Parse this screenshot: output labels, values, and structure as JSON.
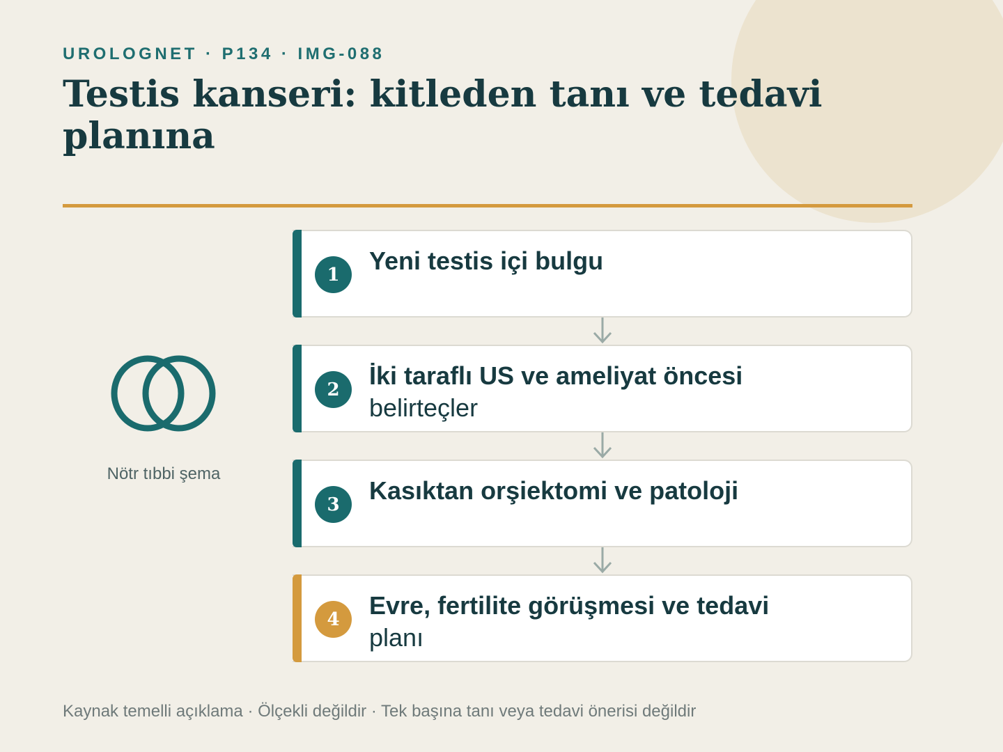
{
  "header": {
    "kicker": "UROLOGNET · P134 · IMG-088",
    "title": "Testis kanseri: kitleden tanı ve tedavi planına"
  },
  "illustration": {
    "icon": "interlocking-rings-icon",
    "caption": "Nötr tıbbi şema"
  },
  "steps": [
    {
      "number": "1",
      "bold": "Yeni testis içi bulgu",
      "rest": ""
    },
    {
      "number": "2",
      "bold": "İki taraflı US ve ameliyat öncesi",
      "rest": "belirteçler"
    },
    {
      "number": "3",
      "bold": "Kasıktan orşiektomi ve patoloji",
      "rest": ""
    },
    {
      "number": "4",
      "bold": "Evre, fertilite görüşmesi ve tedavi",
      "rest": "planı"
    }
  ],
  "footer": "Kaynak temelli açıklama · Ölçekli değildir · Tek başına tanı veya tedavi önerisi değildir",
  "colors": {
    "background": "#f2efe7",
    "primary": "#1a6b6d",
    "accent": "#d49a3e",
    "title": "#173a40"
  }
}
